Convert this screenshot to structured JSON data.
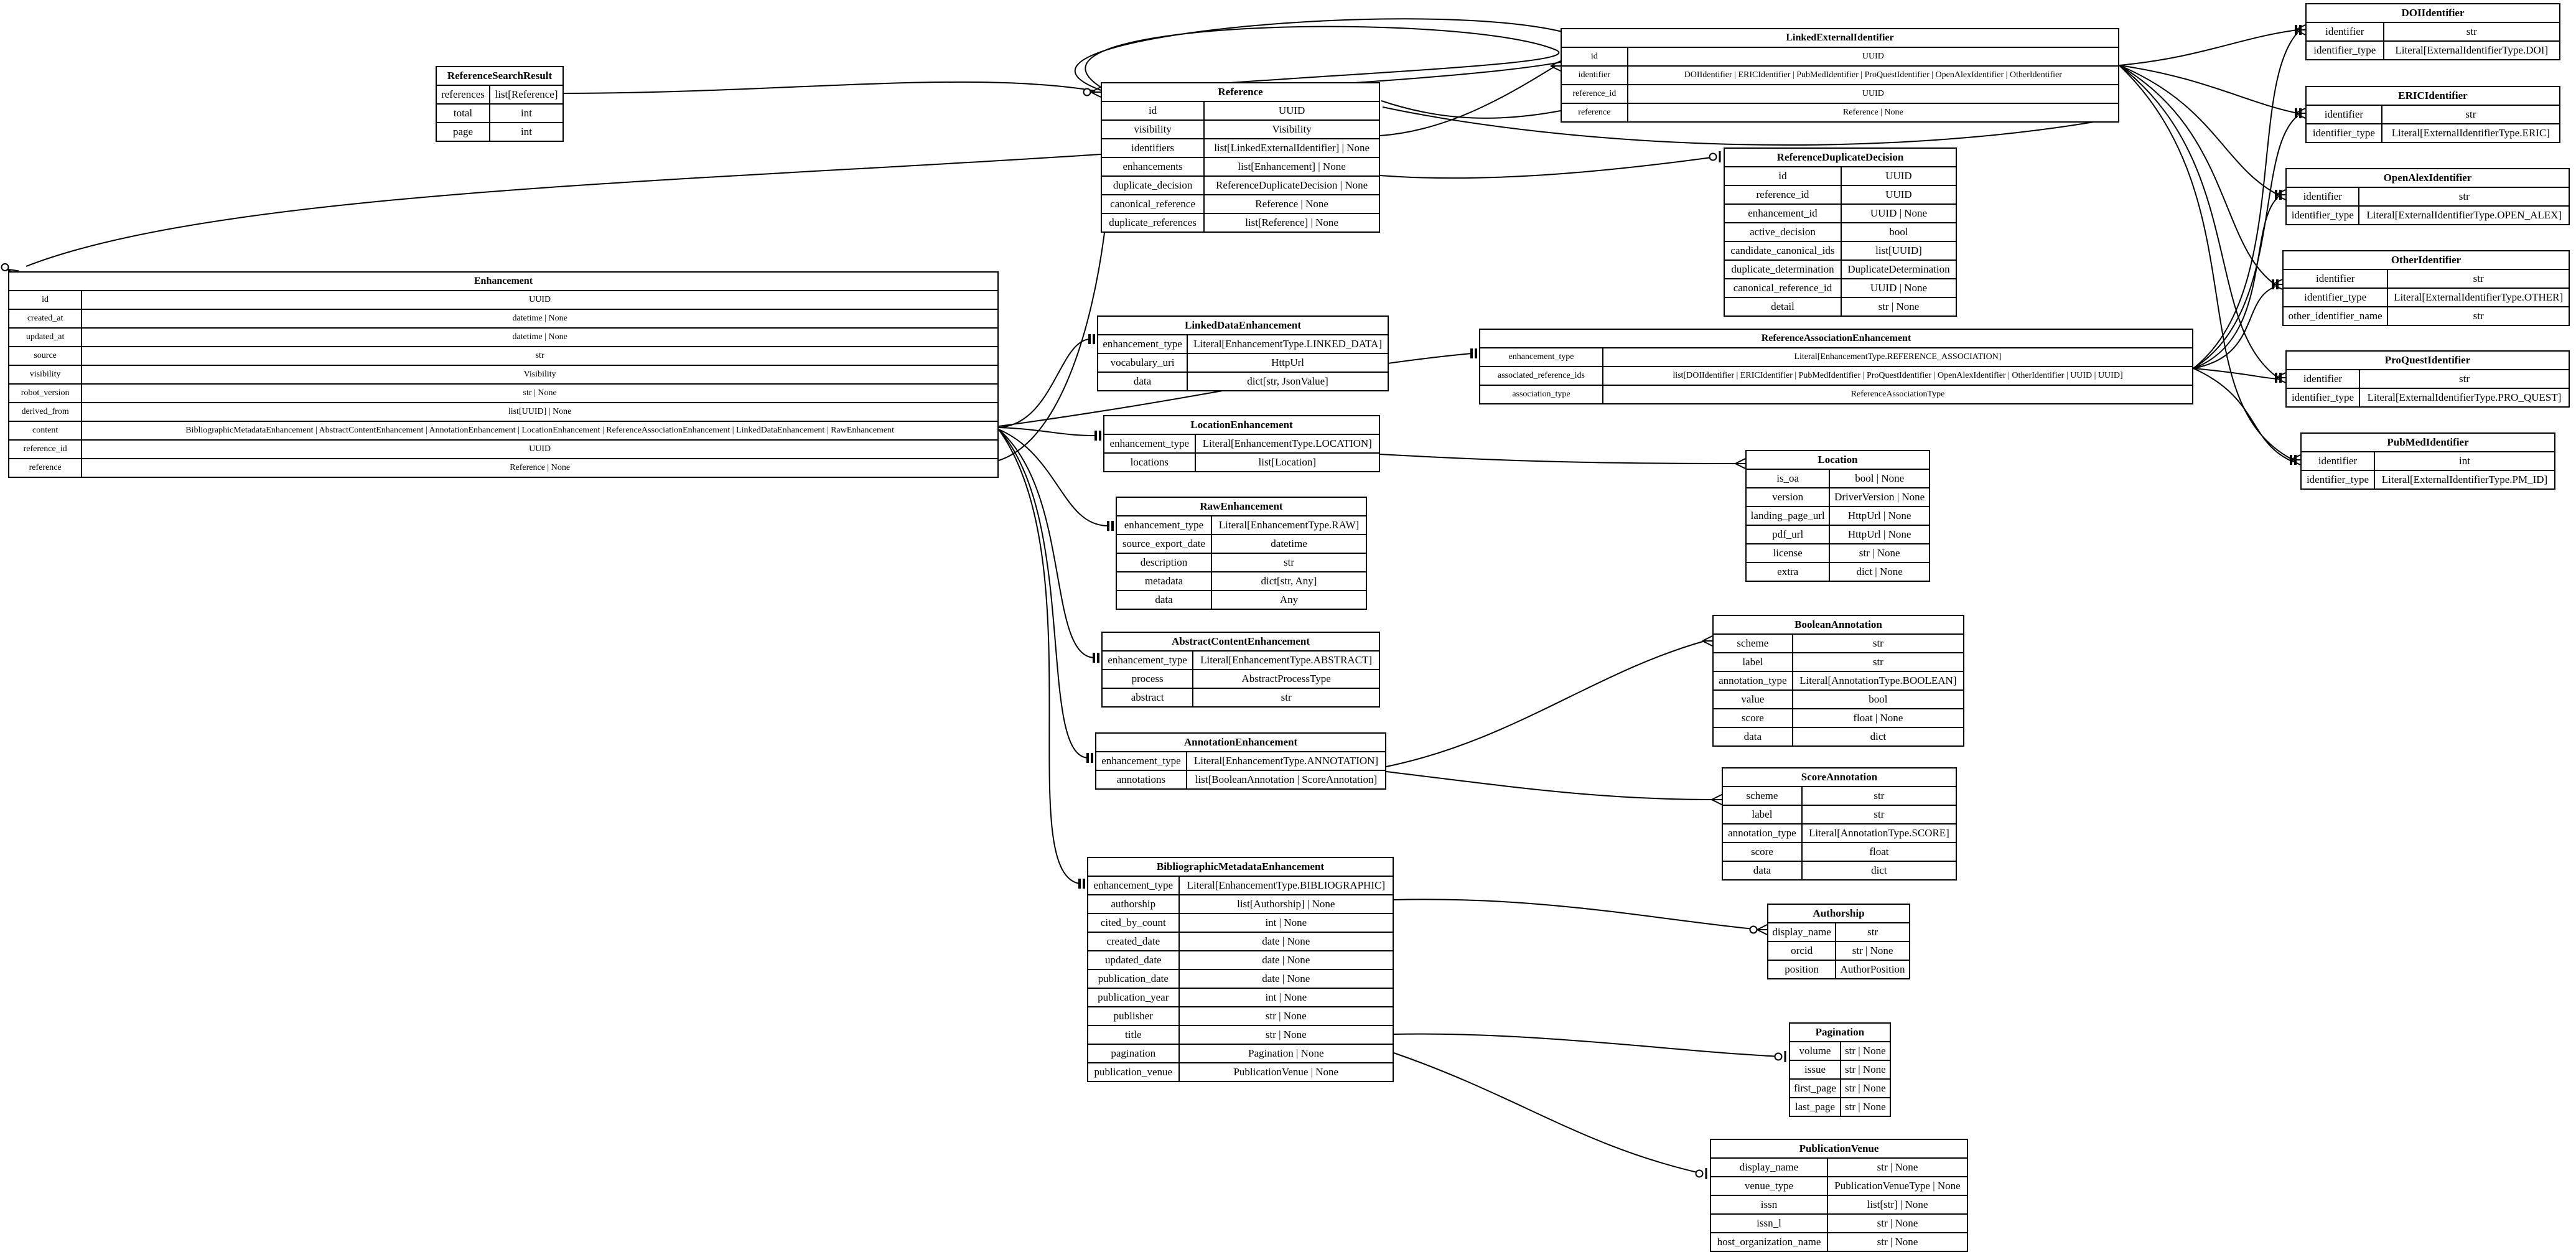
{
  "diagram": {
    "kind": "entity-relationship-diagram",
    "background_color": "#ffffff",
    "line_color": "#000000",
    "text_color": "#000000"
  },
  "tables": [
    {
      "title": "ReferenceSearchResult",
      "rows": [
        [
          "references",
          "list[Reference]"
        ],
        [
          "total",
          "int"
        ],
        [
          "page",
          "int"
        ]
      ]
    },
    {
      "title": "Reference",
      "rows": [
        [
          "id",
          "UUID"
        ],
        [
          "visibility",
          "Visibility"
        ],
        [
          "identifiers",
          "list[LinkedExternalIdentifier] | None"
        ],
        [
          "enhancements",
          "list[Enhancement] | None"
        ],
        [
          "duplicate_decision",
          "ReferenceDuplicateDecision | None"
        ],
        [
          "canonical_reference",
          "Reference | None"
        ],
        [
          "duplicate_references",
          "list[Reference] | None"
        ]
      ]
    },
    {
      "title": "LinkedExternalIdentifier",
      "rows": [
        [
          "id",
          "UUID"
        ],
        [
          "identifier",
          "DOIIdentifier | ERICIdentifier | PubMedIdentifier | ProQuestIdentifier | OpenAlexIdentifier | OtherIdentifier"
        ],
        [
          "reference_id",
          "UUID"
        ],
        [
          "reference",
          "Reference | None"
        ]
      ]
    },
    {
      "title": "DOIIdentifier",
      "rows": [
        [
          "identifier",
          "str"
        ],
        [
          "identifier_type",
          "Literal[ExternalIdentifierType.DOI]"
        ]
      ]
    },
    {
      "title": "ERICIdentifier",
      "rows": [
        [
          "identifier",
          "str"
        ],
        [
          "identifier_type",
          "Literal[ExternalIdentifierType.ERIC]"
        ]
      ]
    },
    {
      "title": "OpenAlexIdentifier",
      "rows": [
        [
          "identifier",
          "str"
        ],
        [
          "identifier_type",
          "Literal[ExternalIdentifierType.OPEN_ALEX]"
        ]
      ]
    },
    {
      "title": "OtherIdentifier",
      "rows": [
        [
          "identifier",
          "str"
        ],
        [
          "identifier_type",
          "Literal[ExternalIdentifierType.OTHER]"
        ],
        [
          "other_identifier_name",
          "str"
        ]
      ]
    },
    {
      "title": "ProQuestIdentifier",
      "rows": [
        [
          "identifier",
          "str"
        ],
        [
          "identifier_type",
          "Literal[ExternalIdentifierType.PRO_QUEST]"
        ]
      ]
    },
    {
      "title": "PubMedIdentifier",
      "rows": [
        [
          "identifier",
          "int"
        ],
        [
          "identifier_type",
          "Literal[ExternalIdentifierType.PM_ID]"
        ]
      ]
    },
    {
      "title": "ReferenceDuplicateDecision",
      "rows": [
        [
          "id",
          "UUID"
        ],
        [
          "reference_id",
          "UUID"
        ],
        [
          "enhancement_id",
          "UUID | None"
        ],
        [
          "active_decision",
          "bool"
        ],
        [
          "candidate_canonical_ids",
          "list[UUID]"
        ],
        [
          "duplicate_determination",
          "DuplicateDetermination"
        ],
        [
          "canonical_reference_id",
          "UUID | None"
        ],
        [
          "detail",
          "str | None"
        ]
      ]
    },
    {
      "title": "Enhancement",
      "rows": [
        [
          "id",
          "UUID"
        ],
        [
          "created_at",
          "datetime | None"
        ],
        [
          "updated_at",
          "datetime | None"
        ],
        [
          "source",
          "str"
        ],
        [
          "visibility",
          "Visibility"
        ],
        [
          "robot_version",
          "str | None"
        ],
        [
          "derived_from",
          "list[UUID] | None"
        ],
        [
          "content",
          "BibliographicMetadataEnhancement | AbstractContentEnhancement | AnnotationEnhancement | LocationEnhancement | ReferenceAssociationEnhancement | LinkedDataEnhancement | RawEnhancement"
        ],
        [
          "reference_id",
          "UUID"
        ],
        [
          "reference",
          "Reference | None"
        ]
      ]
    },
    {
      "title": "LinkedDataEnhancement",
      "rows": [
        [
          "enhancement_type",
          "Literal[EnhancementType.LINKED_DATA]"
        ],
        [
          "vocabulary_uri",
          "HttpUrl"
        ],
        [
          "data",
          "dict[str, JsonValue]"
        ]
      ]
    },
    {
      "title": "ReferenceAssociationEnhancement",
      "rows": [
        [
          "enhancement_type",
          "Literal[EnhancementType.REFERENCE_ASSOCIATION]"
        ],
        [
          "associated_reference_ids",
          "list[DOIIdentifier | ERICIdentifier | PubMedIdentifier | ProQuestIdentifier | OpenAlexIdentifier | OtherIdentifier | UUID | UUID]"
        ],
        [
          "association_type",
          "ReferenceAssociationType"
        ]
      ]
    },
    {
      "title": "LocationEnhancement",
      "rows": [
        [
          "enhancement_type",
          "Literal[EnhancementType.LOCATION]"
        ],
        [
          "locations",
          "list[Location]"
        ]
      ]
    },
    {
      "title": "Location",
      "rows": [
        [
          "is_oa",
          "bool | None"
        ],
        [
          "version",
          "DriverVersion | None"
        ],
        [
          "landing_page_url",
          "HttpUrl | None"
        ],
        [
          "pdf_url",
          "HttpUrl | None"
        ],
        [
          "license",
          "str | None"
        ],
        [
          "extra",
          "dict | None"
        ]
      ]
    },
    {
      "title": "RawEnhancement",
      "rows": [
        [
          "enhancement_type",
          "Literal[EnhancementType.RAW]"
        ],
        [
          "source_export_date",
          "datetime"
        ],
        [
          "description",
          "str"
        ],
        [
          "metadata",
          "dict[str, Any]"
        ],
        [
          "data",
          "Any"
        ]
      ]
    },
    {
      "title": "AbstractContentEnhancement",
      "rows": [
        [
          "enhancement_type",
          "Literal[EnhancementType.ABSTRACT]"
        ],
        [
          "process",
          "AbstractProcessType"
        ],
        [
          "abstract",
          "str"
        ]
      ]
    },
    {
      "title": "AnnotationEnhancement",
      "rows": [
        [
          "enhancement_type",
          "Literal[EnhancementType.ANNOTATION]"
        ],
        [
          "annotations",
          "list[BooleanAnnotation | ScoreAnnotation]"
        ]
      ]
    },
    {
      "title": "BooleanAnnotation",
      "rows": [
        [
          "scheme",
          "str"
        ],
        [
          "label",
          "str"
        ],
        [
          "annotation_type",
          "Literal[AnnotationType.BOOLEAN]"
        ],
        [
          "value",
          "bool"
        ],
        [
          "score",
          "float | None"
        ],
        [
          "data",
          "dict"
        ]
      ]
    },
    {
      "title": "ScoreAnnotation",
      "rows": [
        [
          "scheme",
          "str"
        ],
        [
          "label",
          "str"
        ],
        [
          "annotation_type",
          "Literal[AnnotationType.SCORE]"
        ],
        [
          "score",
          "float"
        ],
        [
          "data",
          "dict"
        ]
      ]
    },
    {
      "title": "BibliographicMetadataEnhancement",
      "rows": [
        [
          "enhancement_type",
          "Literal[EnhancementType.BIBLIOGRAPHIC]"
        ],
        [
          "authorship",
          "list[Authorship] | None"
        ],
        [
          "cited_by_count",
          "int | None"
        ],
        [
          "created_date",
          "date | None"
        ],
        [
          "updated_date",
          "date | None"
        ],
        [
          "publication_date",
          "date | None"
        ],
        [
          "publication_year",
          "int | None"
        ],
        [
          "publisher",
          "str | None"
        ],
        [
          "title",
          "str | None"
        ],
        [
          "pagination",
          "Pagination | None"
        ],
        [
          "publication_venue",
          "PublicationVenue | None"
        ]
      ]
    },
    {
      "title": "Authorship",
      "rows": [
        [
          "display_name",
          "str"
        ],
        [
          "orcid",
          "str | None"
        ],
        [
          "position",
          "AuthorPosition"
        ]
      ]
    },
    {
      "title": "Pagination",
      "rows": [
        [
          "volume",
          "str | None"
        ],
        [
          "issue",
          "str | None"
        ],
        [
          "first_page",
          "str | None"
        ],
        [
          "last_page",
          "str | None"
        ]
      ]
    },
    {
      "title": "PublicationVenue",
      "rows": [
        [
          "display_name",
          "str | None"
        ],
        [
          "venue_type",
          "PublicationVenueType | None"
        ],
        [
          "issn",
          "list[str] | None"
        ],
        [
          "issn_l",
          "str | None"
        ],
        [
          "host_organization_name",
          "str | None"
        ]
      ]
    }
  ],
  "relationships": [
    {
      "from": "ReferenceSearchResult.references",
      "to": "Reference"
    },
    {
      "from": "Reference.identifiers",
      "to": "LinkedExternalIdentifier"
    },
    {
      "from": "Reference.enhancements",
      "to": "Enhancement"
    },
    {
      "from": "Reference.duplicate_decision",
      "to": "ReferenceDuplicateDecision"
    },
    {
      "from": "Reference.canonical_reference",
      "to": "Reference"
    },
    {
      "from": "Reference.duplicate_references",
      "to": "Reference"
    },
    {
      "from": "LinkedExternalIdentifier.reference",
      "to": "Reference"
    },
    {
      "from": "LinkedExternalIdentifier.identifier",
      "to": "DOIIdentifier"
    },
    {
      "from": "LinkedExternalIdentifier.identifier",
      "to": "ERICIdentifier"
    },
    {
      "from": "LinkedExternalIdentifier.identifier",
      "to": "OpenAlexIdentifier"
    },
    {
      "from": "LinkedExternalIdentifier.identifier",
      "to": "OtherIdentifier"
    },
    {
      "from": "LinkedExternalIdentifier.identifier",
      "to": "ProQuestIdentifier"
    },
    {
      "from": "LinkedExternalIdentifier.identifier",
      "to": "PubMedIdentifier"
    },
    {
      "from": "Enhancement.reference",
      "to": "Reference"
    },
    {
      "from": "Enhancement.content",
      "to": "LinkedDataEnhancement"
    },
    {
      "from": "Enhancement.content",
      "to": "LocationEnhancement"
    },
    {
      "from": "Enhancement.content",
      "to": "RawEnhancement"
    },
    {
      "from": "Enhancement.content",
      "to": "AbstractContentEnhancement"
    },
    {
      "from": "Enhancement.content",
      "to": "AnnotationEnhancement"
    },
    {
      "from": "Enhancement.content",
      "to": "BibliographicMetadataEnhancement"
    },
    {
      "from": "Enhancement.content",
      "to": "ReferenceAssociationEnhancement"
    },
    {
      "from": "ReferenceAssociationEnhancement.associated_reference_ids",
      "to": "DOIIdentifier"
    },
    {
      "from": "ReferenceAssociationEnhancement.associated_reference_ids",
      "to": "ERICIdentifier"
    },
    {
      "from": "ReferenceAssociationEnhancement.associated_reference_ids",
      "to": "OpenAlexIdentifier"
    },
    {
      "from": "ReferenceAssociationEnhancement.associated_reference_ids",
      "to": "OtherIdentifier"
    },
    {
      "from": "ReferenceAssociationEnhancement.associated_reference_ids",
      "to": "ProQuestIdentifier"
    },
    {
      "from": "ReferenceAssociationEnhancement.associated_reference_ids",
      "to": "PubMedIdentifier"
    },
    {
      "from": "LocationEnhancement.locations",
      "to": "Location"
    },
    {
      "from": "AnnotationEnhancement.annotations",
      "to": "BooleanAnnotation"
    },
    {
      "from": "AnnotationEnhancement.annotations",
      "to": "ScoreAnnotation"
    },
    {
      "from": "BibliographicMetadataEnhancement.authorship",
      "to": "Authorship"
    },
    {
      "from": "BibliographicMetadataEnhancement.pagination",
      "to": "Pagination"
    },
    {
      "from": "BibliographicMetadataEnhancement.publication_venue",
      "to": "PublicationVenue"
    }
  ]
}
